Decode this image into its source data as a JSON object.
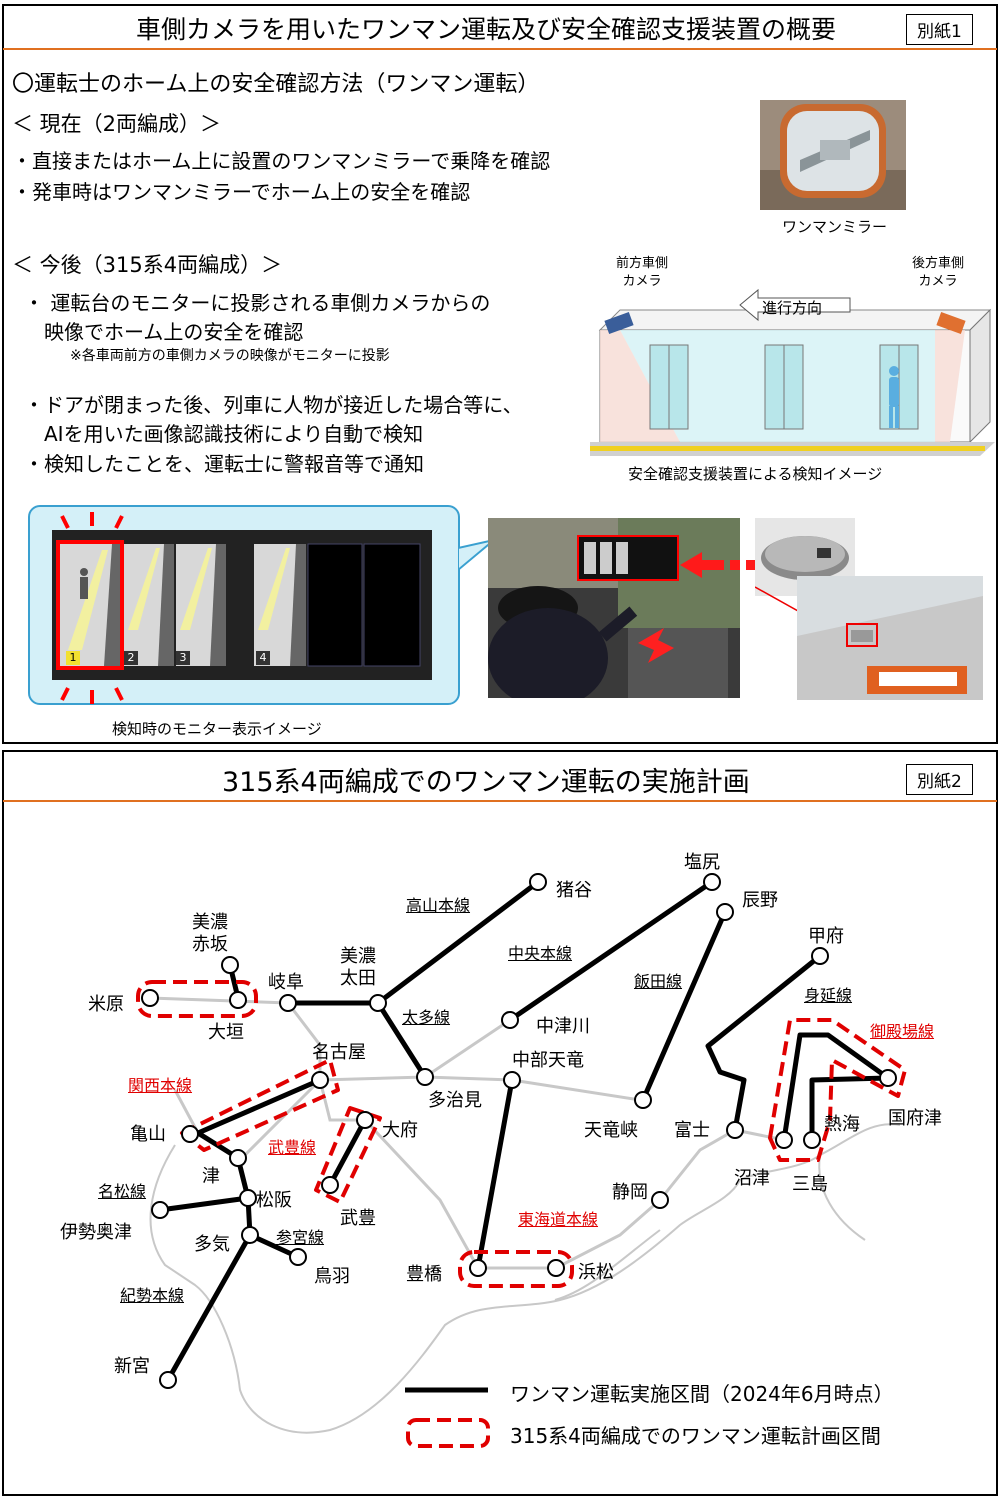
{
  "sheet1": {
    "title": "車側カメラを用いたワンマン運転及び安全確認支援装置の概要",
    "badge": "別紙1",
    "section_heading": "〇運転士のホーム上の安全確認方法（ワンマン運転）",
    "current": {
      "heading": "＜ 現在（2両編成）＞",
      "bullets": [
        "・直接またはホーム上に設置のワンマンミラーで乗降を確認",
        "・発車時はワンマンミラーでホーム上の安全を確認"
      ],
      "photo_caption": "ワンマンミラー"
    },
    "future": {
      "heading": "＜ 今後（315系4両編成）＞",
      "bullet1_line1": "・ 運転台のモニターに投影される車側カメラからの",
      "bullet1_line2": "映像でホーム上の安全を確認",
      "bullet1_note": "※各車両前方の車側カメラの映像がモニターに投影",
      "bullet2_line1": "・ドアが閉まった後、列車に人物が接近した場合等に、",
      "bullet2_line2": "AIを用いた画像認識技術により自動で検知",
      "bullet3": "・検知したことを、運転士に警報音等で通知"
    },
    "diagram": {
      "front_camera": "前方車側\nカメラ",
      "rear_camera": "後方車側\nカメラ",
      "direction": "進行方向",
      "caption": "安全確認支援装置による検知イメージ"
    },
    "monitor": {
      "caption": "検知時のモニター表示イメージ",
      "panel_numbers": [
        "1",
        "2",
        "3",
        "4"
      ]
    }
  },
  "sheet2": {
    "title": "315系4両編成でのワンマン運転の実施計画",
    "badge": "別紙2",
    "stations": {
      "maibara": "米原",
      "mino_akasaka": "美濃\n赤坂",
      "ogaki": "大垣",
      "gifu": "岐阜",
      "mino_ota": "美濃\n太田",
      "inotani": "猪谷",
      "shiojiri": "塩尻",
      "tatsuno": "辰野",
      "kofu": "甲府",
      "nakatsugawa": "中津川",
      "nagoya": "名古屋",
      "tajimi": "多治見",
      "chubu_tenryu": "中部天竜",
      "kameyama": "亀山",
      "obu": "大府",
      "tenryukyo": "天竜峡",
      "fuji": "富士",
      "atami": "熱海",
      "kozu": "国府津",
      "tsu": "津",
      "matsusaka": "松阪",
      "ise_okitsu": "伊勢奥津",
      "taketoyo": "武豊",
      "shizuoka": "静岡",
      "numazu": "沼津",
      "mishima": "三島",
      "taki": "多気",
      "toba": "鳥羽",
      "toyohashi": "豊橋",
      "hamamatsu": "浜松",
      "shingu": "新宮"
    },
    "lines": {
      "takayama": "高山本線",
      "chuo": "中央本線",
      "taita": "太多線",
      "iida": "飯田線",
      "minobu": "身延線",
      "gotemba": "御殿場線",
      "kansai": "関西本線",
      "taketoyo": "武豊線",
      "meisho": "名松線",
      "sangu": "参宮線",
      "kisei": "紀勢本線",
      "tokaido": "東海道本線"
    },
    "legend": {
      "solid": "ワンマン運転実施区間（2024年6月時点）",
      "dashed": "315系4両編成でのワンマン運転計画区間"
    },
    "colors": {
      "operating": "#000000",
      "planned": "#e00000",
      "other_lines": "#c8c8c8",
      "accent": "#e07020"
    }
  }
}
